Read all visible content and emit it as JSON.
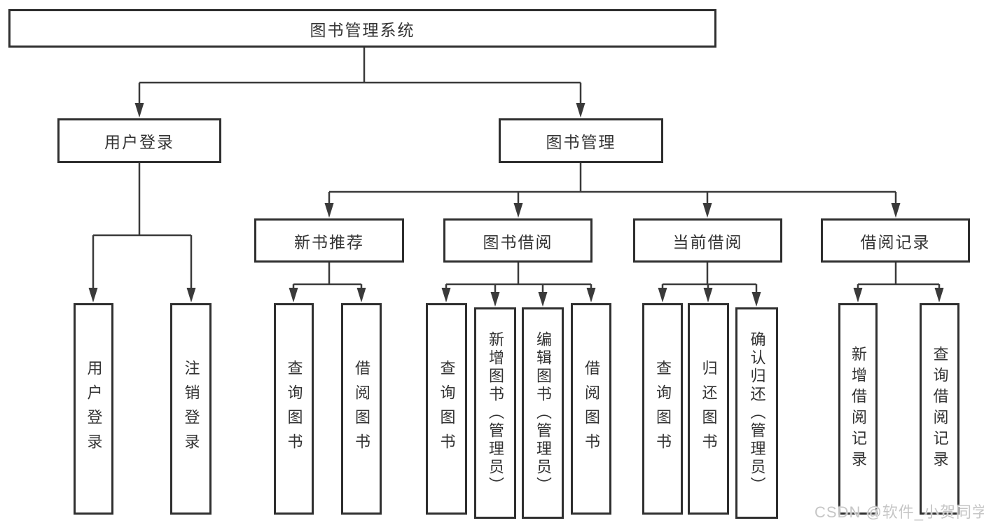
{
  "diagram_title": "图书管理系统",
  "tree": {
    "label": "图书管理系统",
    "children": [
      {
        "label": "用户登录",
        "children": [
          {
            "label": "用户登录"
          },
          {
            "label": "注销登录"
          }
        ]
      },
      {
        "label": "图书管理",
        "children": [
          {
            "label": "新书推荐",
            "children": [
              {
                "label": "查询图书"
              },
              {
                "label": "借阅图书"
              }
            ]
          },
          {
            "label": "图书借阅",
            "children": [
              {
                "label": "查询图书"
              },
              {
                "label": "新增图书（管理员）"
              },
              {
                "label": "编辑图书（管理员）"
              },
              {
                "label": "借阅图书"
              }
            ]
          },
          {
            "label": "当前借阅",
            "children": [
              {
                "label": "查询图书"
              },
              {
                "label": "归还图书"
              },
              {
                "label": "确认归还（管理员）"
              }
            ]
          },
          {
            "label": "借阅记录",
            "children": [
              {
                "label": "新增借阅记录"
              },
              {
                "label": "查询借阅记录"
              }
            ]
          }
        ]
      }
    ]
  },
  "watermark": {
    "text": "CSDN @软件_小贺同学"
  },
  "colors": {
    "background": "#ffffff",
    "box_border": "#2f2f2f",
    "line": "#3a3a3a",
    "text": "#333333",
    "watermark": "#c6c6c6"
  }
}
